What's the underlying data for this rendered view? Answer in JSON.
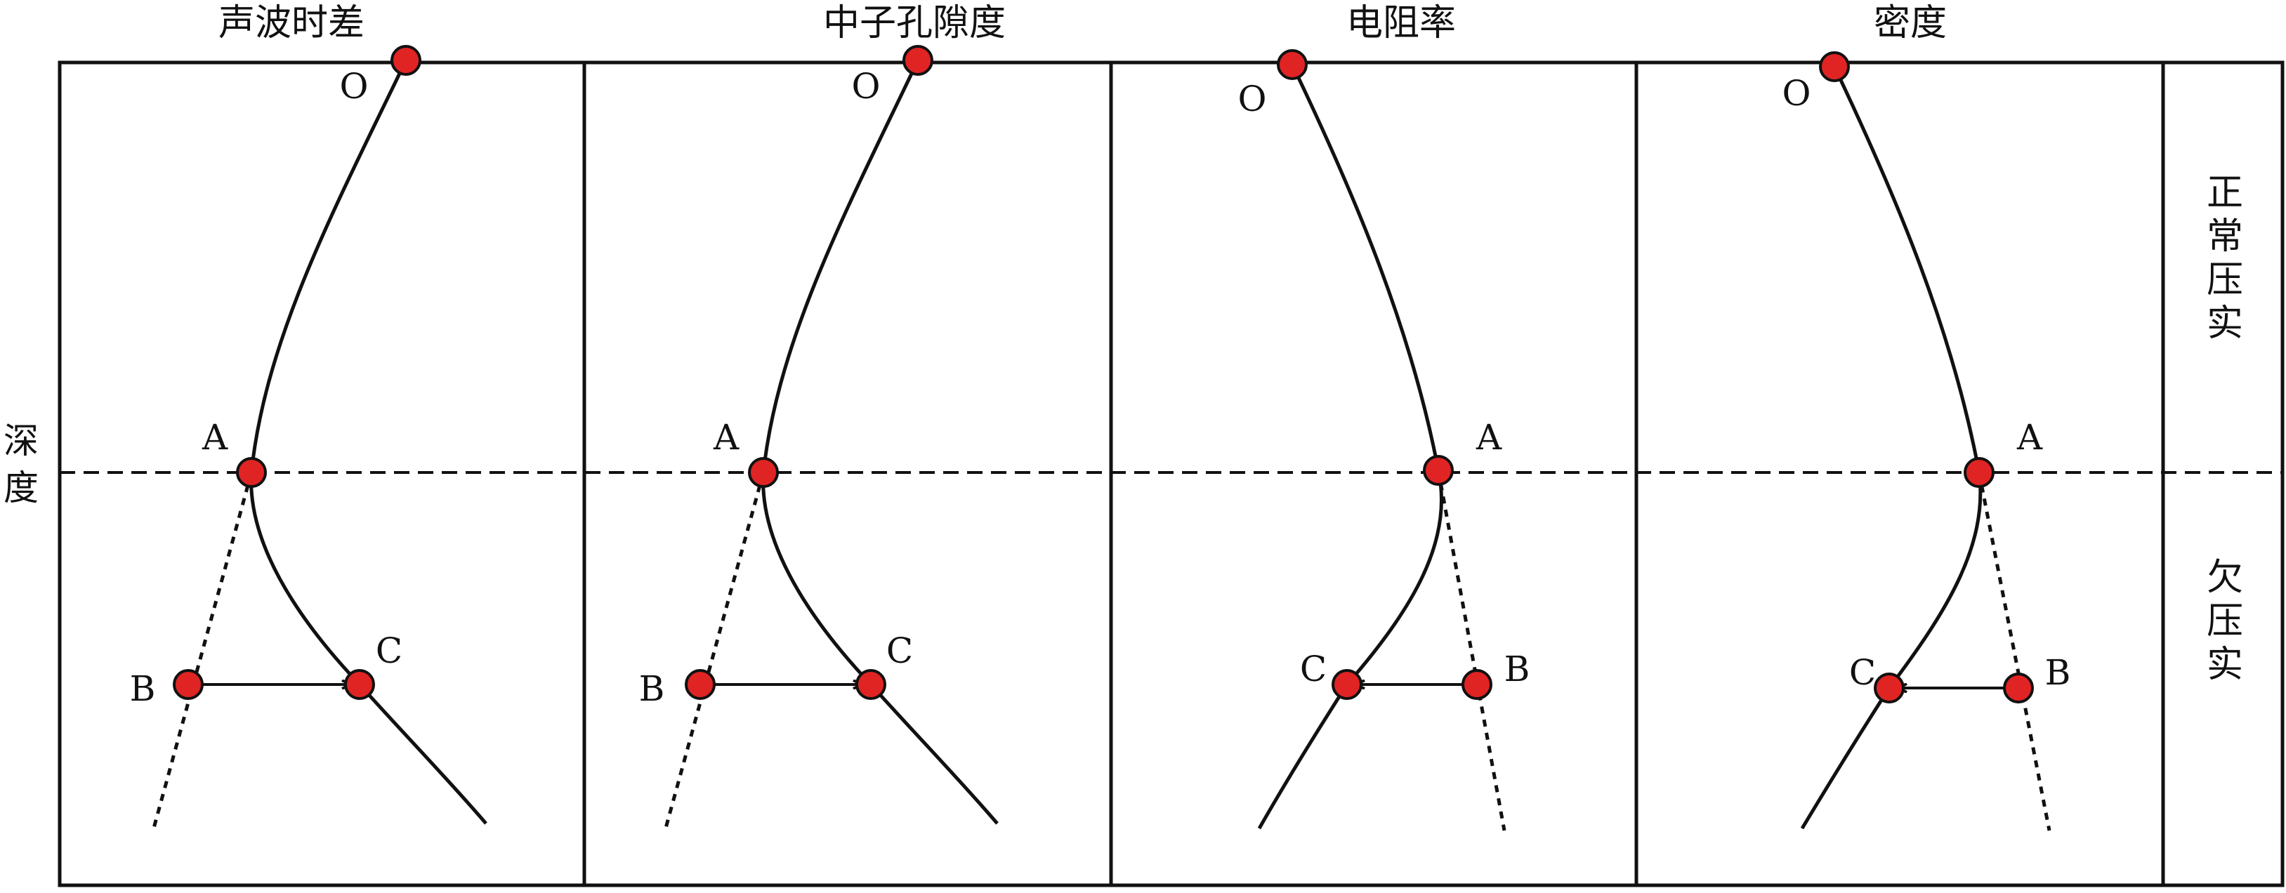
{
  "depth_axis_label": "深度",
  "zones": {
    "normal": "正常压实",
    "under": "欠压实"
  },
  "logs": [
    {
      "title": "声波时差",
      "trend_direction": "left",
      "labels": {
        "O": "O",
        "A": "A",
        "B": "B",
        "C": "C"
      }
    },
    {
      "title": "中子孔隙度",
      "trend_direction": "left",
      "labels": {
        "O": "O",
        "A": "A",
        "B": "B",
        "C": "C"
      }
    },
    {
      "title": "电阻率",
      "trend_direction": "right",
      "labels": {
        "O": "O",
        "A": "A",
        "B": "B",
        "C": "C"
      }
    },
    {
      "title": "密度",
      "trend_direction": "right",
      "labels": {
        "O": "O",
        "A": "A",
        "B": "B",
        "C": "C"
      }
    }
  ],
  "colors": {
    "point_fill": "#e02424",
    "line": "#111111"
  }
}
